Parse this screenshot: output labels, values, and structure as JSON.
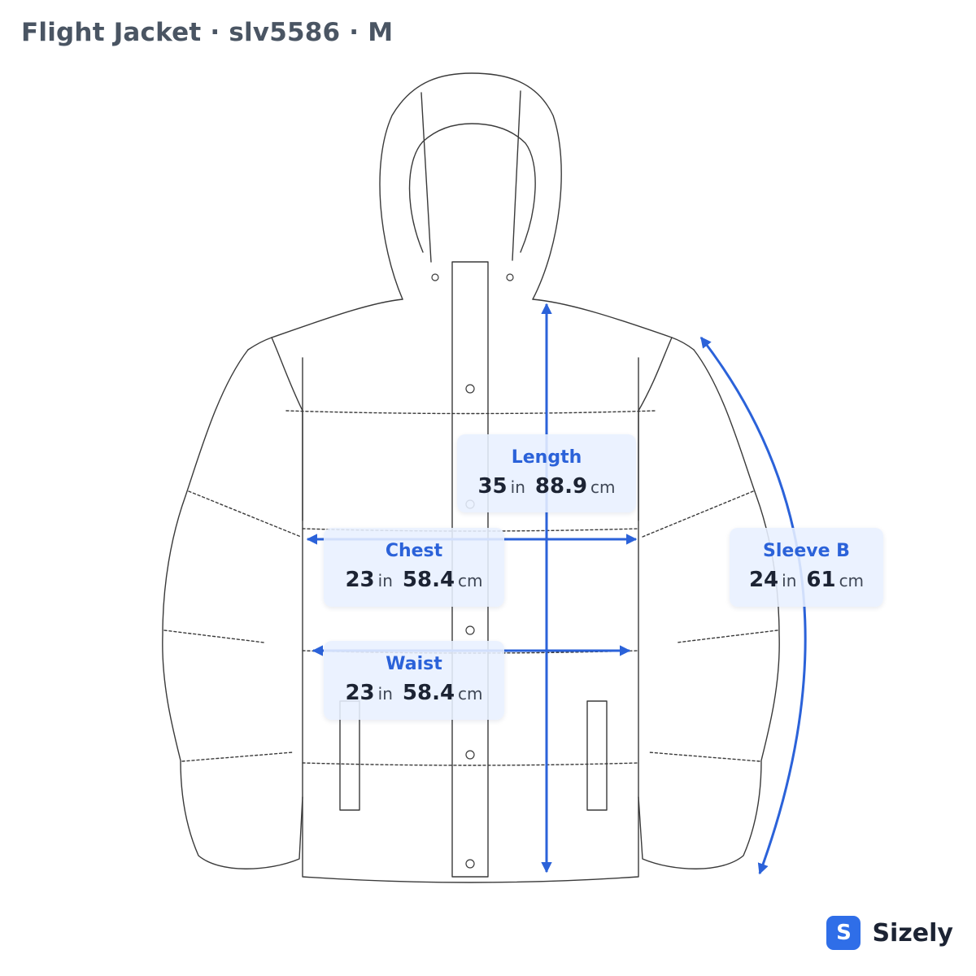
{
  "title": "Flight Jacket · slv5586 · M",
  "measurements": {
    "length": {
      "label": "Length",
      "in_value": "35",
      "in_unit": "in",
      "cm_value": "88.9",
      "cm_unit": "cm"
    },
    "chest": {
      "label": "Chest",
      "in_value": "23",
      "in_unit": "in",
      "cm_value": "58.4",
      "cm_unit": "cm"
    },
    "waist": {
      "label": "Waist",
      "in_value": "23",
      "in_unit": "in",
      "cm_value": "58.4",
      "cm_unit": "cm"
    },
    "sleeve": {
      "label": "Sleeve B",
      "in_value": "24",
      "in_unit": "in",
      "cm_value": "61",
      "cm_unit": "cm"
    }
  },
  "brand": {
    "mark": "S",
    "name": "Sizely"
  },
  "colors": {
    "accent": "#2B62D9",
    "outline": "#3A3A3A",
    "label_bg": "#E8F0FF"
  }
}
